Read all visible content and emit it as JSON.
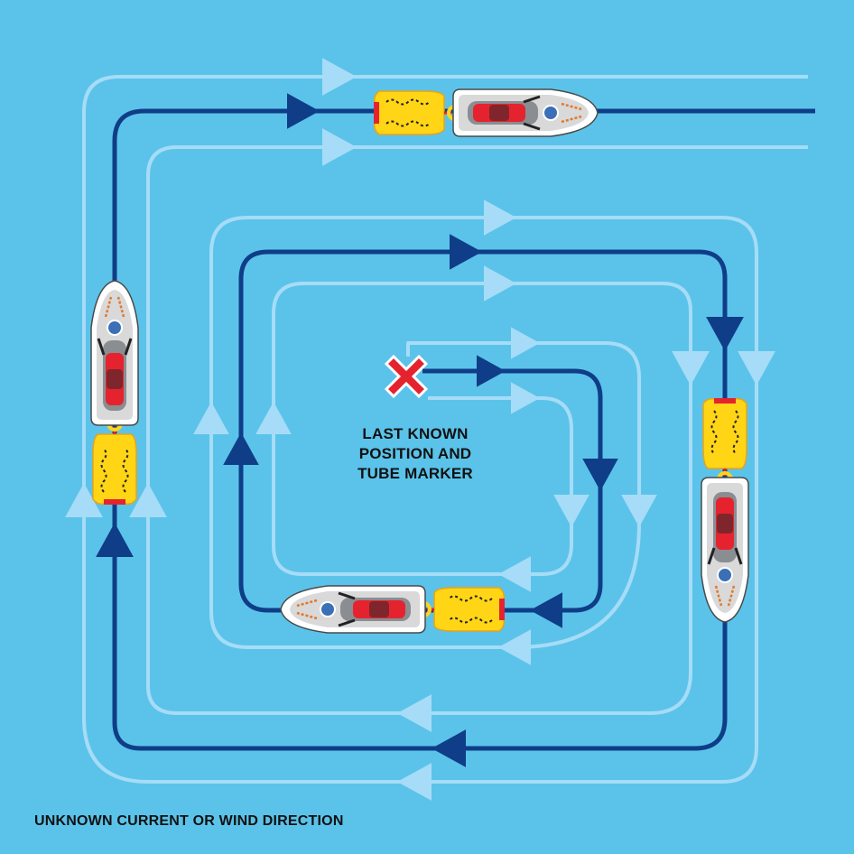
{
  "colors": {
    "water": "#5bc3ea",
    "path_dark": "#0f3d87",
    "path_light": "#a6dcf7",
    "marker_red": "#e5232f",
    "tube_yellow": "#ffd516",
    "craft_hull": "#ededed",
    "craft_seat": "#8a8d91",
    "rider": "#e5232f"
  },
  "icons": {
    "last_known_position": "red-x-marker",
    "watercraft": "personal-watercraft-with-rescue-sled-icon"
  },
  "labels": {
    "last_known_lines": [
      "LAST KNOWN",
      "POSITION AND",
      "TUBE MARKER"
    ],
    "current_direction": "UNKNOWN CURRENT OR WIND DIRECTION"
  }
}
